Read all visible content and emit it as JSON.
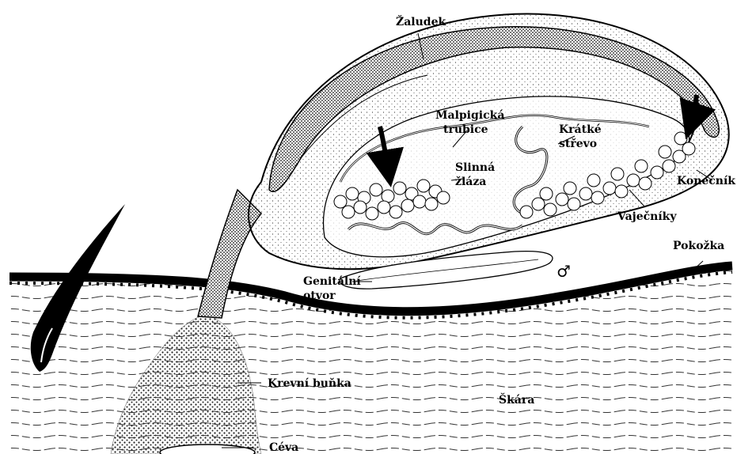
{
  "labels": {
    "zaludek": "Žaludek",
    "malpighi_1": "Malpigická",
    "malpighi_2": "trubice",
    "kratke_1": "Krátké",
    "kratke_2": "střevo",
    "slinna_1": "Slinná",
    "slinna_2": "žláza",
    "konecnik": "Konečník",
    "vajecniky": "Vaječníky",
    "pokozka": "Pokožka",
    "genital_1": "Genitální",
    "genital_2": "otvor",
    "male_symbol": "♂",
    "krevni": "Krevní buňka",
    "skara": "Škára",
    "ceva": "Céva"
  }
}
